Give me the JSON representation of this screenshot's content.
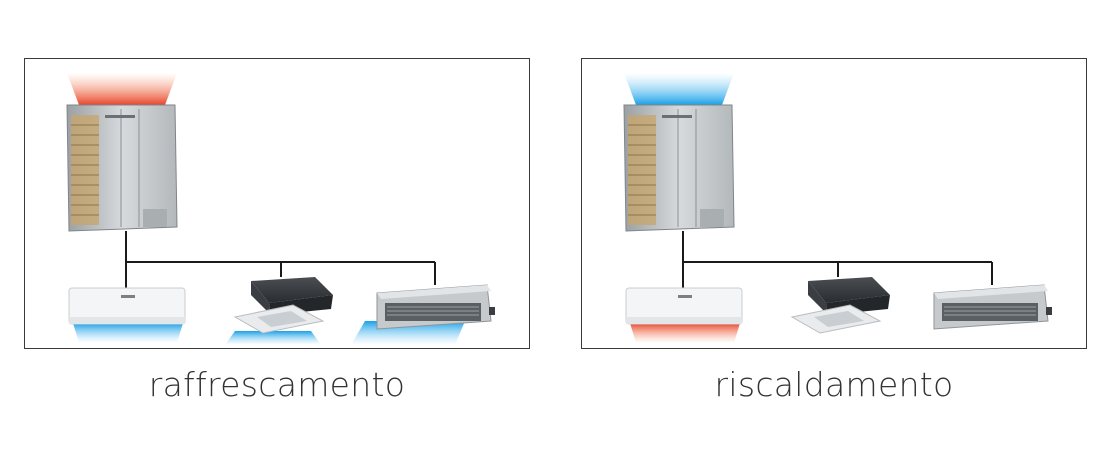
{
  "panels": [
    {
      "id": "cooling",
      "caption": "raffrescamento",
      "outdoor_air_color": "#e8442a",
      "indoor_air_color": "#1aa0e6"
    },
    {
      "id": "heating",
      "caption": "riscaldamento",
      "outdoor_air_color": "#1aa0e6",
      "indoor_air_color": "#e8442a"
    }
  ],
  "units": {
    "outdoor": "outdoor-unit",
    "indoor": [
      "wall-mounted-unit",
      "cassette-unit",
      "ducted-unit"
    ]
  },
  "colors": {
    "pipe": "#1a1a1a",
    "border": "#3a3a3a",
    "text": "#333333"
  }
}
